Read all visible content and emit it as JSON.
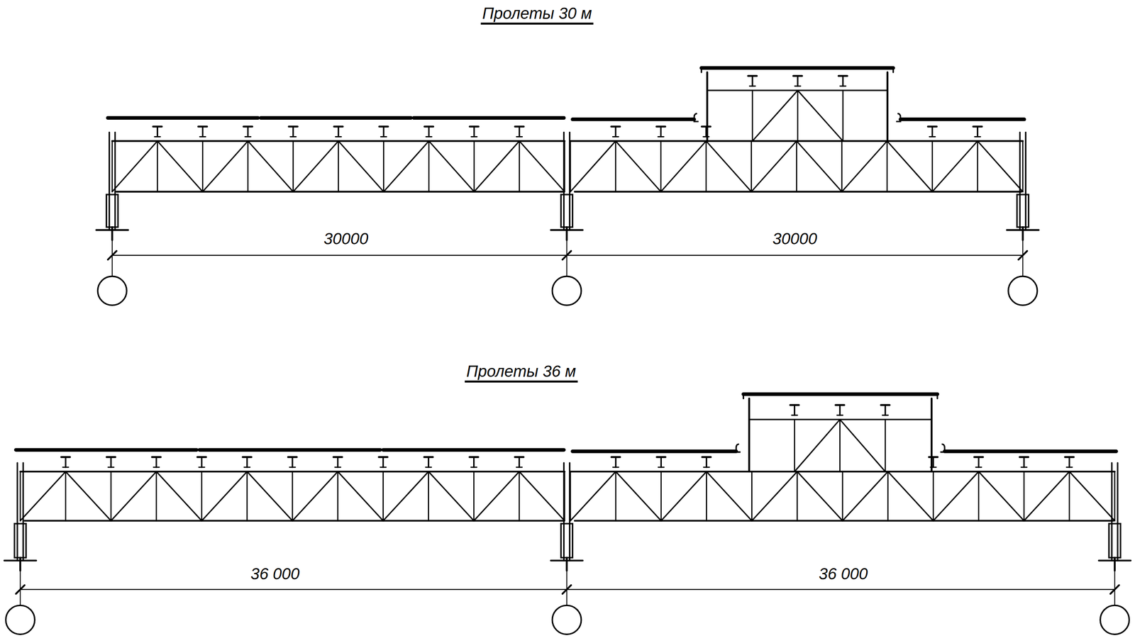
{
  "diagram": {
    "labels": [
      "Пролеты 30 м",
      "30000",
      "30000",
      "Пролеты 36 м",
      "36 000",
      "36 000"
    ]
  }
}
